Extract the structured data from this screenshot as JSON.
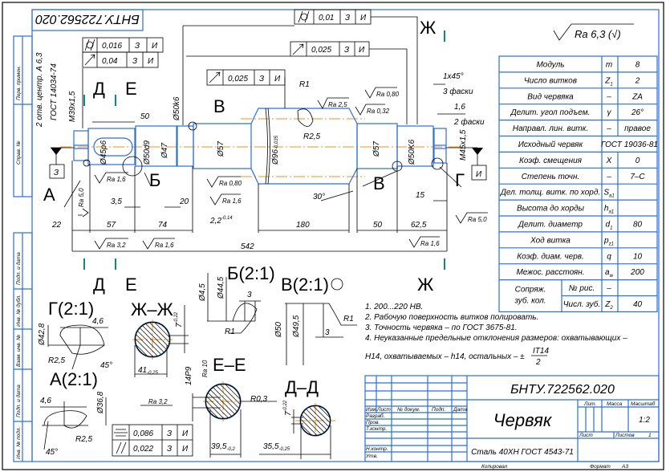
{
  "colors": {
    "frame": "#2a6fdb",
    "lines": "#000000",
    "center_lines": "#f0901e",
    "section_marks": "#0a8a80"
  },
  "rotated_doc_number": "БНТУ.722562.020",
  "side_labels": [
    "Перв. примен.",
    "Справ. №",
    "Подп. и дата",
    "Инв. № дубл.",
    "Взам. инв. №",
    "Подп. и дата",
    "Инв. № подл."
  ],
  "default_roughness": "Ra 6,3 (√)",
  "tolerance_frames": [
    {
      "icon": "cylindricity-icon",
      "value": "0,016",
      "base1": "З",
      "base2": "И"
    },
    {
      "icon": "radial-runout-arrow-icon",
      "value": "0,04",
      "base1": "З",
      "base2": "И"
    },
    {
      "icon": "cylindricity-icon",
      "value": "0,01",
      "base1": "З",
      "base2": "И"
    },
    {
      "icon": "radial-runout-arrow-icon",
      "value": "0,025",
      "base1": "З",
      "base2": "И"
    },
    {
      "icon": "radial-runout-arrow-icon",
      "value": "0,025",
      "base1": "З",
      "base2": "И"
    },
    {
      "icon": "symmetry-icon",
      "value": "0,086",
      "base1": "З",
      "base2": "И"
    },
    {
      "icon": "parallelism-icon",
      "value": "0,022",
      "base1": "З",
      "base2": "И"
    }
  ],
  "main_view": {
    "center_hole_note": [
      "2 отв. центр. А 6,3",
      "ГОСТ 14034-74"
    ],
    "thread_left": "М39х1,5",
    "thread_right": "М45х1,5",
    "datums": {
      "left": "З",
      "right": "И"
    },
    "section_letters": {
      "d": "Д",
      "e": "Е",
      "zh": "Ж",
      "v": "В",
      "b": "Б",
      "a": "А",
      "g": "Г"
    },
    "diameters": {
      "d45": "Ø45p6",
      "d50d9": "Ø50d9",
      "d47": "Ø47",
      "d50k6_left": "Ø50k6",
      "d57_left": "Ø57",
      "d96": "Ø96",
      "d96_tol": "-0,035",
      "d57_right": "Ø57",
      "d50k6_right": "Ø50K6"
    },
    "radii": {
      "r1": "R1",
      "r25": "R2,5"
    },
    "angle": "30°",
    "chamfers": {
      "c1": "1х45°",
      "c1_note": "3 фаски",
      "c2": "1,6",
      "c2_note": "2 фаски"
    },
    "roughness": {
      "r1": "Ra 1,6",
      "r2": "Ra 5,0",
      "r3": "Ra 0,80",
      "r4": "Ra 1,6",
      "r5": "Ra 0,80",
      "r6": "Ra 2,5",
      "r7": "Ra 0,32",
      "r8": "Ra 5,0",
      "r9": "Ra 3,2",
      "r10": "Ra 1,6",
      "r11": "Ra 1,6"
    },
    "dimensions": {
      "d50": "50",
      "d35": "3,5",
      "d20": "20",
      "d22": "22",
      "d2_2": "2,2",
      "d2_2_tol": "-0,14",
      "d57": "57",
      "d74": "74",
      "d180": "180",
      "d50b": "50",
      "d625": "62,5",
      "d15": "15",
      "d542": "542"
    }
  },
  "detail_views": {
    "b": {
      "title": "Б(2:1)",
      "d1": "Ø4,5",
      "d2": "Ø44,5",
      "w": "3",
      "r": "R1"
    },
    "v": {
      "title": "В(2:1)",
      "d1": "Ø50",
      "d2": "Ø49,5",
      "w": "3",
      "r": "R1"
    },
    "g": {
      "title": "Г(2:1)",
      "d": "Ø42,8",
      "w": "4,6",
      "r": "R2,5",
      "angle": "45°"
    },
    "a": {
      "title": "А(2:1)",
      "d": "Ø36,8",
      "w": "4,6",
      "r": "R2,5",
      "angle": "45°"
    },
    "zh": {
      "title": "Ж–Ж",
      "depth": "7",
      "depth_tol": "-0,22",
      "size": "41",
      "size_tol": "-0,25"
    },
    "e": {
      "title": "Е–Е",
      "width": "14P9",
      "rough1": "Ra 10",
      "rough2": "Ra 3,2",
      "r": "R0,3",
      "size": "39,5",
      "size_tol": "-0,2"
    },
    "d": {
      "title": "Д–Д",
      "depth": "7",
      "depth_tol": "-0,22",
      "size": "35,5",
      "size_tol": "-0,25"
    }
  },
  "params_table": {
    "rows": [
      {
        "label": "Модуль",
        "symbol": "m",
        "sub": "",
        "value": "8"
      },
      {
        "label": "Число витков",
        "symbol": "Z",
        "sub": "1",
        "value": "2"
      },
      {
        "label": "Вид червяка",
        "symbol": "–",
        "sub": "",
        "value": "ZA"
      },
      {
        "label": "Делит. угол подъем.",
        "symbol": "γ",
        "sub": "",
        "value": "26°"
      },
      {
        "label": "Направл. лин. витк.",
        "symbol": "–",
        "sub": "",
        "value": "правое"
      },
      {
        "label": "Исходный червяк",
        "symbol": "ГОСТ 19036-81",
        "sub": "",
        "value": ""
      },
      {
        "label": "Коэф. смещения",
        "symbol": "X",
        "sub": "",
        "value": "0"
      },
      {
        "label": "Степень точн.",
        "symbol": "–",
        "sub": "",
        "value": "7–С"
      },
      {
        "label": "Дел. толщ. витк. по хорд.",
        "symbol": "S",
        "sub": "a1",
        "value": ""
      },
      {
        "label": "Высота до хорды",
        "symbol": "h",
        "sub": "a1",
        "value": ""
      },
      {
        "label": "Делит. диаметр",
        "symbol": "d",
        "sub": "1",
        "value": "80"
      },
      {
        "label": "Ход витка",
        "symbol": "p",
        "sub": "z1",
        "value": ""
      },
      {
        "label": "Коэф. диам. черв.",
        "symbol": "q",
        "sub": "",
        "value": "10"
      },
      {
        "label": "Межос. расстоян.",
        "symbol": "a",
        "sub": "w",
        "value": "200"
      }
    ],
    "mating": {
      "label_line1": "Сопряж.",
      "label_line2": "зуб. кол.",
      "rows": [
        {
          "label": "№ рис.",
          "symbol": "–",
          "sub": "",
          "value": ""
        },
        {
          "label": "Числ. зуб.",
          "symbol": "Z",
          "sub": "2",
          "value": "40"
        }
      ]
    }
  },
  "notes": [
    "1. 200...220 НВ.",
    "2. Рабочую поверхность витков полировать.",
    "3. Точность червяка – по ГОСТ 3675-81.",
    "4. Неуказанные предельные отклонения размеров: охватывающих  –"
  ],
  "note4_line2": "Н14, охватываемых – h14, остальных – ±",
  "note4_fraction": {
    "num": "IT14",
    "den": "2"
  },
  "title_block": {
    "doc_number": "БНТУ.722562.020",
    "part_name": "Червяк",
    "material": "Сталь 40ХН ГОСТ 4543-71",
    "headers": {
      "izm": "Изм.",
      "list": "Лист",
      "doc": "№ докум.",
      "sign": "Подп.",
      "date": "Дата"
    },
    "roles": [
      "Разраб.",
      "Пров.",
      "Т.контр.",
      "Н.контр.",
      "Утв."
    ],
    "lit_label": "Лит.",
    "mass_label": "Масса",
    "scale_label": "Масштаб",
    "scale": "1:2",
    "sheet_label": "Лист",
    "sheets_label": "Листов",
    "sheets": "1",
    "copied": "Копировал",
    "format_label": "Формат",
    "format": "А3"
  }
}
